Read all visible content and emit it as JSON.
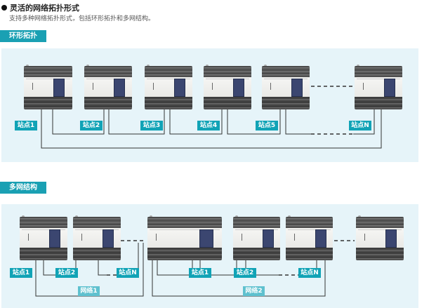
{
  "heading": {
    "title": "灵活的网络拓扑形式",
    "description": "支持多种网络拓扑形式，包括环形拓扑和多网结构。"
  },
  "ring": {
    "tag": "环形拓扑",
    "stations": [
      "站点1",
      "站点2",
      "站点3",
      "站点4",
      "站点5",
      "站点N"
    ]
  },
  "multi": {
    "tag": "多网结构",
    "net1": {
      "label": "网络1",
      "stations": [
        "站点1",
        "站点2",
        "站点N"
      ]
    },
    "net2": {
      "label": "网络2",
      "stations": [
        "站点1",
        "站点2",
        "站点N"
      ]
    }
  },
  "colors": {
    "accent": "#1aa0b3",
    "panel_bg": "#e6f4f9",
    "net_label": "#5fc1cf",
    "wire": "#333333"
  }
}
